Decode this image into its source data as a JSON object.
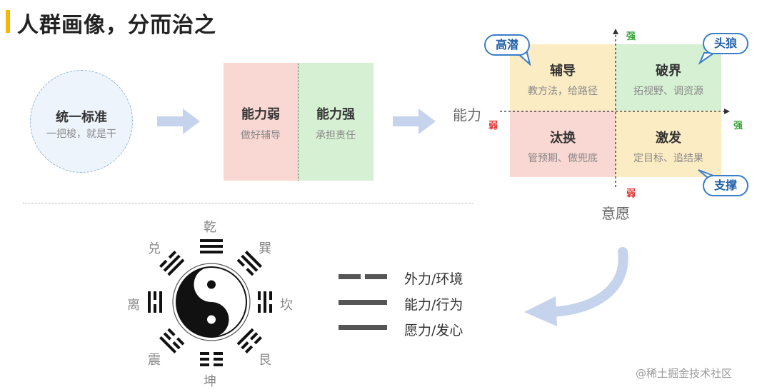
{
  "title": "人群画像，分而治之",
  "step1": {
    "title": "统一标准",
    "subtitle": "一把梭，就是干"
  },
  "step2": {
    "weak": {
      "title": "能力弱",
      "subtitle": "做好辅导"
    },
    "strong": {
      "title": "能力强",
      "subtitle": "承担责任"
    }
  },
  "matrix": {
    "x_axis_label": "能力",
    "y_axis_label": "意愿",
    "x_strong": "强",
    "x_weak": "弱",
    "y_strong": "强",
    "y_weak": "弱",
    "quadrants": {
      "top_left": {
        "title": "辅导",
        "subtitle": "教方法，给路径",
        "bubble": "高潜"
      },
      "top_right": {
        "title": "破界",
        "subtitle": "拓视野、调资源",
        "bubble": "头狼"
      },
      "bottom_left": {
        "title": "汰换",
        "subtitle": "管预期、做兜底"
      },
      "bottom_right": {
        "title": "激发",
        "subtitle": "定目标、追结果",
        "bubble": "支撑"
      }
    },
    "colors": {
      "top_left": "#fcecc4",
      "top_right": "#d6f0d3",
      "bottom_left": "#f9d7d3",
      "bottom_right": "#fcecc4"
    }
  },
  "bagua": {
    "labels": {
      "top": "乾",
      "top_right": "巽",
      "right": "坎",
      "bottom_right": "艮",
      "bottom": "坤",
      "bottom_left": "震",
      "left": "离",
      "top_left": "兑"
    }
  },
  "legend": [
    {
      "text": "外力/环境"
    },
    {
      "text": "能力/行为"
    },
    {
      "text": "愿力/发心"
    }
  ],
  "watermark": "@稀土掘金技术社区"
}
